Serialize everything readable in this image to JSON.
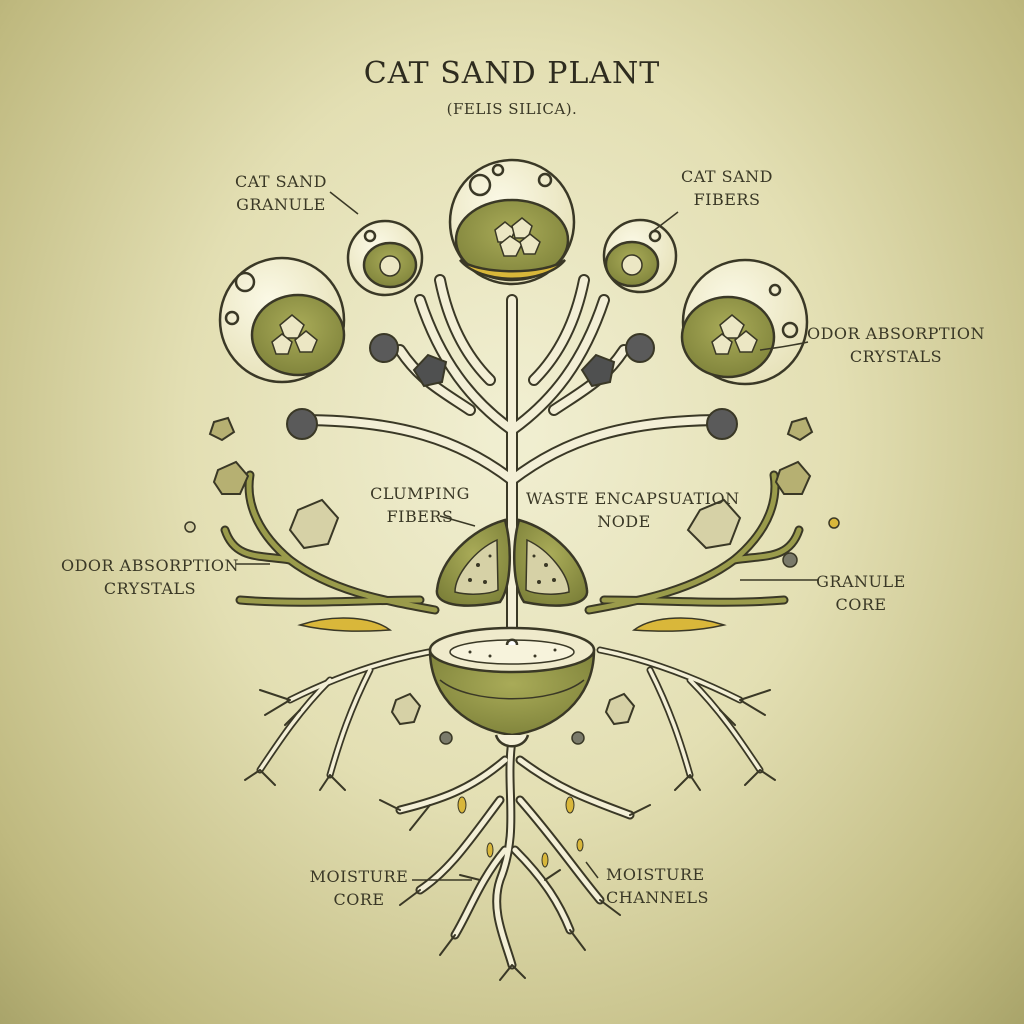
{
  "diagram": {
    "title": "CAT SAND PLANT",
    "subtitle": "(FELIS SILICA).",
    "labels": {
      "cat_sand_granule": [
        "CAT SAND",
        "GRANULE"
      ],
      "cat_sand_fibers": [
        "CAT SAND",
        "FIBERS"
      ],
      "odor_absorption_crystals_right": [
        "ODOR ABSORPTION",
        "CRYSTALS"
      ],
      "odor_absorption_crystals_left": [
        "ODOR ABSORPTION",
        "CRYSTALS"
      ],
      "clumping_fibers": [
        "CLUMPING",
        "FIBERS"
      ],
      "waste_encapsulation_node": [
        "WASTE ENCAPSUATION",
        "NODE"
      ],
      "granule_core": [
        "GRANULE",
        "CORE"
      ],
      "moisture_core": [
        "MOISTURE",
        "CORE"
      ],
      "moisture_channels": [
        "MOISTURE",
        "CHANNELS"
      ]
    },
    "colors": {
      "background": "#e3dfb3",
      "outline": "#3a3826",
      "stem": "#f3efd6",
      "pod_green": "#8f9245",
      "granule_shell": "#f2eed0",
      "dark_bead": "#5a5a5a",
      "gold_accent": "#d9b73a"
    }
  }
}
